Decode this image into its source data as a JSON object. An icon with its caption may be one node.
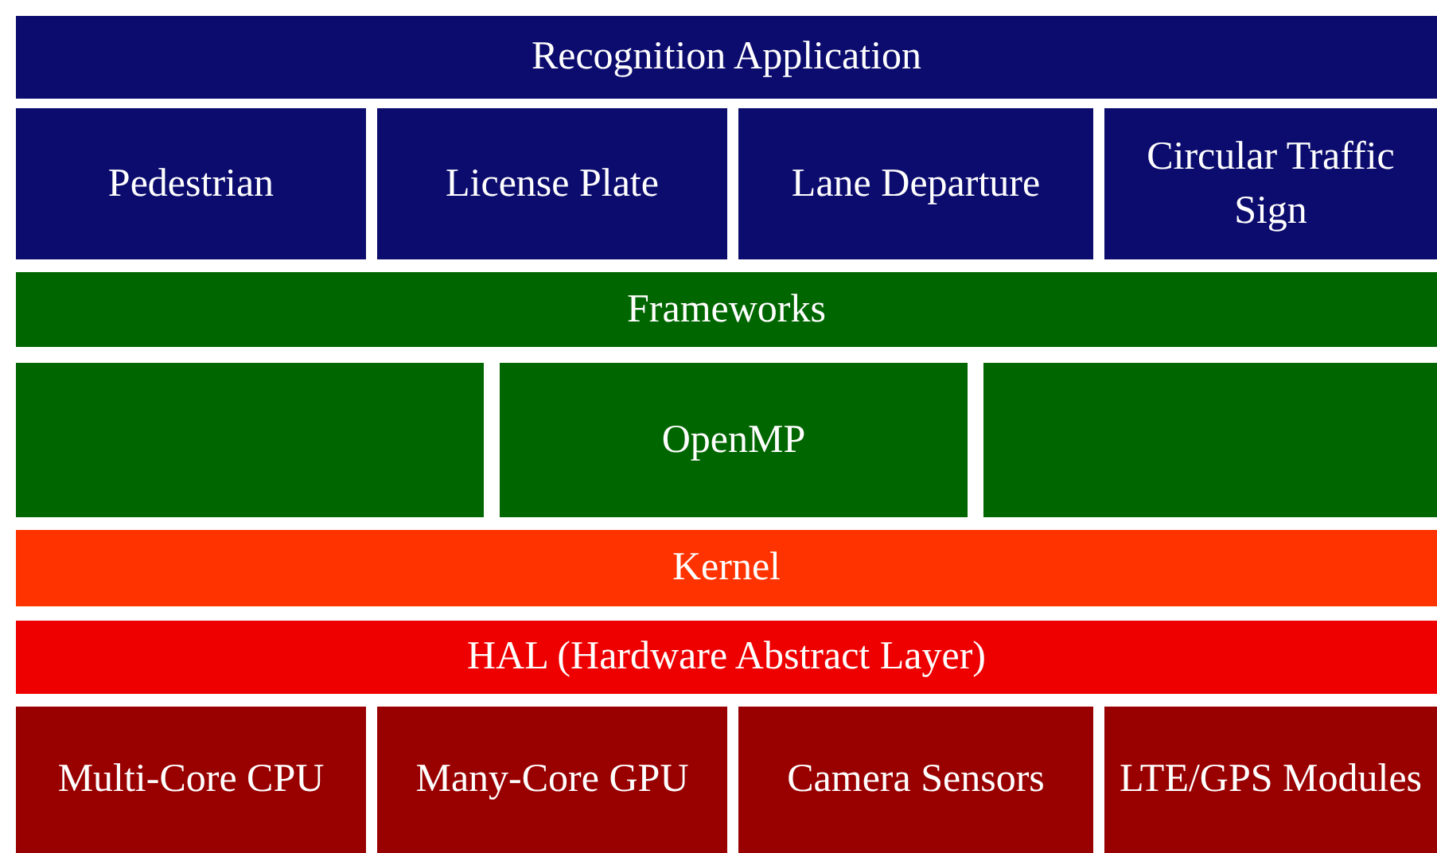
{
  "diagram": {
    "nodes": [
      {
        "text": [
          "Recognition Application"
        ]
      },
      {
        "text": [
          "Pedestrian"
        ]
      },
      {
        "text": [
          "License Plate"
        ]
      },
      {
        "text": [
          "Lane Departure"
        ]
      },
      {
        "text": [
          "Circular Traffic Sign"
        ]
      },
      {
        "text": [
          "Frameworks"
        ]
      },
      {
        "text": [],
        "shape": "box"
      },
      {
        "text": [
          "OpenMP"
        ]
      },
      {
        "text": [],
        "shape": "box"
      },
      {
        "text": [
          "Kernel"
        ]
      },
      {
        "text": [
          "HAL (Hardware Abstract Layer)"
        ]
      },
      {
        "text": [
          "Multi-Core CPU"
        ]
      },
      {
        "text": [
          "Many-Core GPU"
        ]
      },
      {
        "text": [
          "Camera Sensors"
        ]
      },
      {
        "text": [
          "LTE/GPS Modules"
        ]
      }
    ]
  }
}
